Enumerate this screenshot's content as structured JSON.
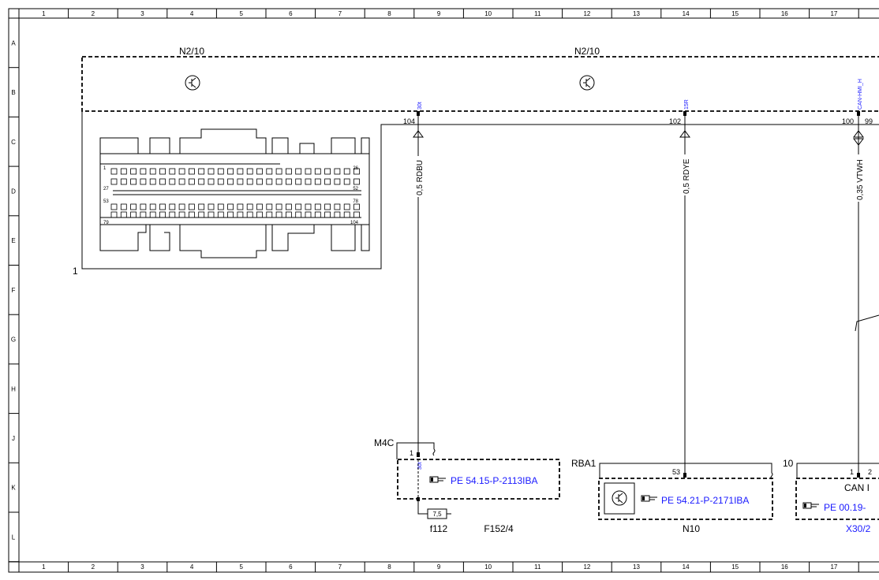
{
  "grid": {
    "columns": [
      "1",
      "2",
      "3",
      "4",
      "5",
      "6",
      "7",
      "8",
      "9",
      "10",
      "11",
      "12",
      "13",
      "14",
      "15",
      "16",
      "17"
    ],
    "rows": [
      "A",
      "B",
      "C",
      "D",
      "E",
      "F",
      "G",
      "H",
      "J",
      "K",
      "L"
    ]
  },
  "components": {
    "n2_10_left": "N2/10",
    "n2_10_right": "N2/10",
    "connector_item": "1",
    "m4c": "M4C",
    "rba1": "RBA1",
    "comp_10": "10",
    "f112": "f112",
    "f152_4": "F152/4",
    "n10": "N10",
    "x30_2": "X30/2",
    "can": "CAN I"
  },
  "pins": {
    "p104": "104",
    "p102": "102",
    "p100": "100",
    "p99": "99",
    "m4c_pin": "1",
    "rba1_pin": "53",
    "comp10_pin1": "1",
    "comp10_pin2": "2"
  },
  "signals": {
    "s30t_top": "30t",
    "s15r": "15R",
    "can_hmi_h": "CAN-HMI_H",
    "s30t_bottom": "30t"
  },
  "wires": {
    "w_rdbu": "0,5 RDBU",
    "w_rdye": "0,5 RDYE",
    "w_vtwh": "0,35 VTWH"
  },
  "fuse": {
    "rating": "7,5"
  },
  "refs": {
    "pe1": "PE 54.15-P-2113IBA",
    "pe2": "PE 54.21-P-2171IBA",
    "pe3": "PE 00.19-"
  },
  "connector_numbers": {
    "top_left": "1",
    "top_right": "26",
    "mid_left": "27",
    "mid_right": "52",
    "low_left": "53",
    "low_right": "78",
    "bot_left": "79",
    "bot_right": "104"
  },
  "colors": {
    "reference_blue": "#1a1aff",
    "line": "#000000"
  }
}
